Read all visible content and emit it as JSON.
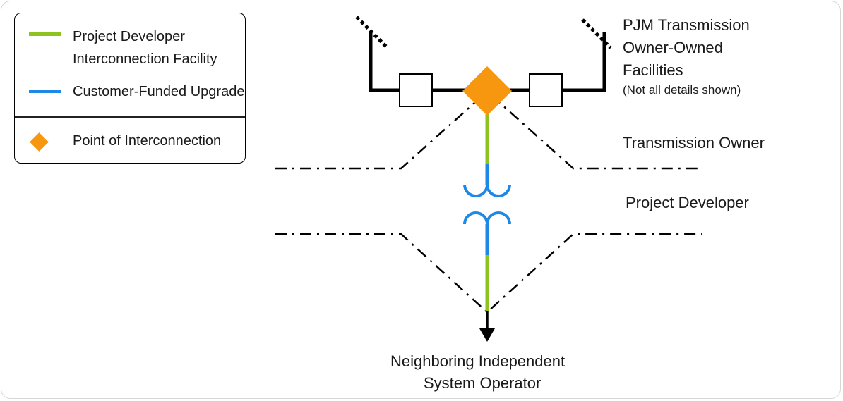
{
  "legend": {
    "items": [
      {
        "label_line1": "Project Developer",
        "label_line2": "Interconnection Facility",
        "color": "#8dc21f",
        "icon": "green-line"
      },
      {
        "label": "Customer-Funded Upgrade",
        "color": "#1e88e5",
        "icon": "blue-line"
      },
      {
        "label": "Point of Interconnection",
        "color": "#f7960f",
        "icon": "orange-diamond"
      }
    ]
  },
  "labels": {
    "pjm_line1": "PJM Transmission",
    "pjm_line2": "Owner-Owned",
    "pjm_line3": "Facilities",
    "pjm_note": "(Not all details shown)",
    "transmission_owner": "Transmission Owner",
    "project_developer": "Project Developer",
    "neighbor_line1": "Neighboring Independent",
    "neighbor_line2": "System Operator"
  },
  "colors": {
    "interconnection_facility": "#8dc21f",
    "upgrade": "#1e88e5",
    "poi": "#f7960f",
    "transmission": "#000000"
  }
}
